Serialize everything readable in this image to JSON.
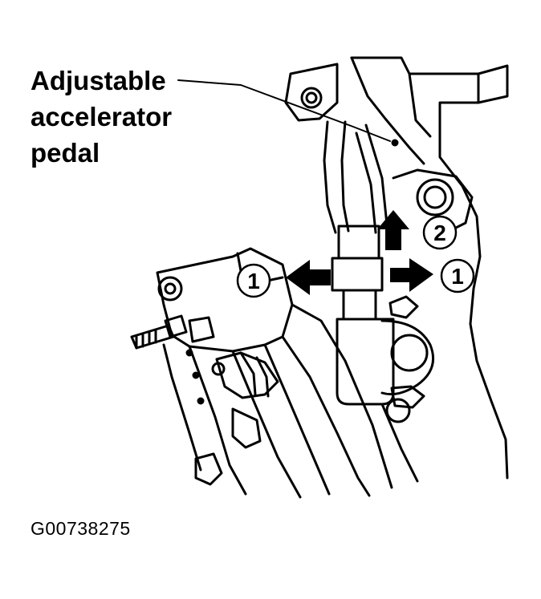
{
  "callout": {
    "lines": [
      "Adjustable",
      "accelerator",
      "pedal"
    ]
  },
  "markers": {
    "left": "1",
    "right": "1",
    "up": "2"
  },
  "figure_code": "G00738275"
}
